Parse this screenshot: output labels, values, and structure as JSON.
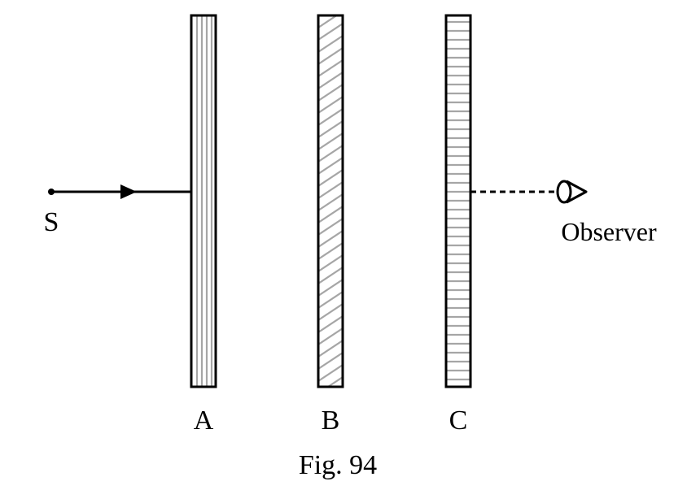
{
  "source_label": "S",
  "polarizers": [
    {
      "label": "A",
      "line_orientation": "vertical"
    },
    {
      "label": "B",
      "line_orientation": "diagonal"
    },
    {
      "label": "C",
      "line_orientation": "horizontal"
    }
  ],
  "observer_label": "Observer",
  "caption": "Fig. 94",
  "colors": {
    "outline": "#000000",
    "hatch": "#a6a6a6",
    "background": "#ffffff"
  }
}
